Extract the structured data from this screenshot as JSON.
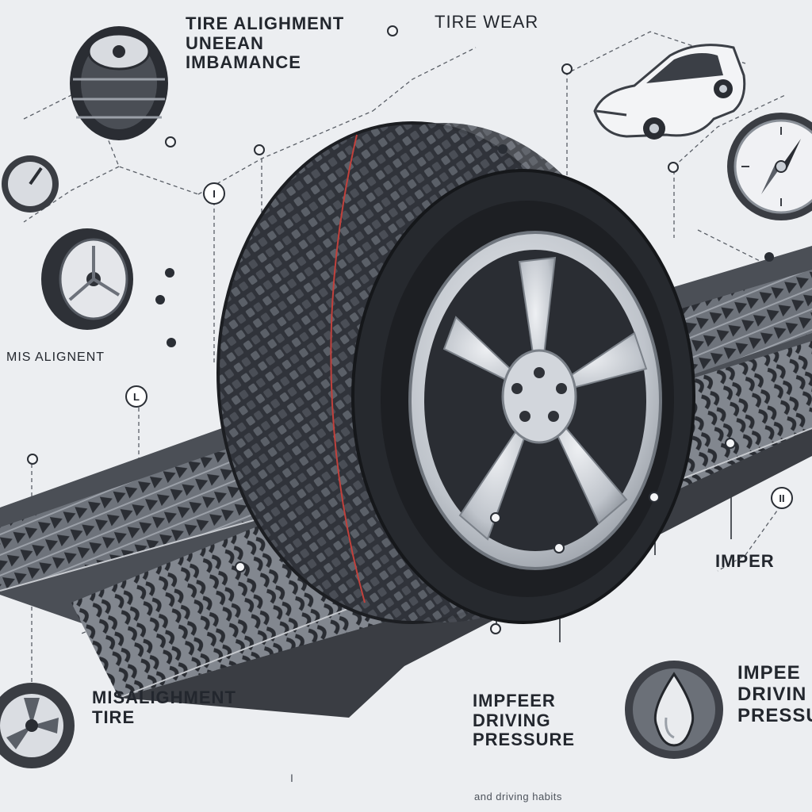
{
  "headings": {
    "alignment": "TIRE ALIGHMENT\nUNEEAN\nIMBAMANCE",
    "wear": "TIRE  WEAR",
    "misalignment_left": "MIS ALIGNENT",
    "misalignment_tire": "MISALIGHMENT\nTIRE",
    "driving_pressure": "IMPFEER\nDRIVING\nPRESSURE",
    "imper_right": "IMPER",
    "imper_driving_right": "IMPEE\nDRIVIN\nPRESSU"
  },
  "captions": {
    "bottom_center_last_line": "and driving habits",
    "bottom_left_fragment": "I"
  },
  "markers": {
    "marker_1": "I",
    "marker_2": "L",
    "marker_3": "II"
  },
  "colors": {
    "background": "#eceef1",
    "ink": "#1e2126",
    "tire_rubber": "#26292e",
    "rim_silver": "#c9ced5",
    "accent_red": "#c2413c"
  },
  "icons": {
    "main": "tire-wheel-icon",
    "car": "car-icon",
    "gauge": "pressure-gauge-icon",
    "drop": "water-drop-icon"
  }
}
